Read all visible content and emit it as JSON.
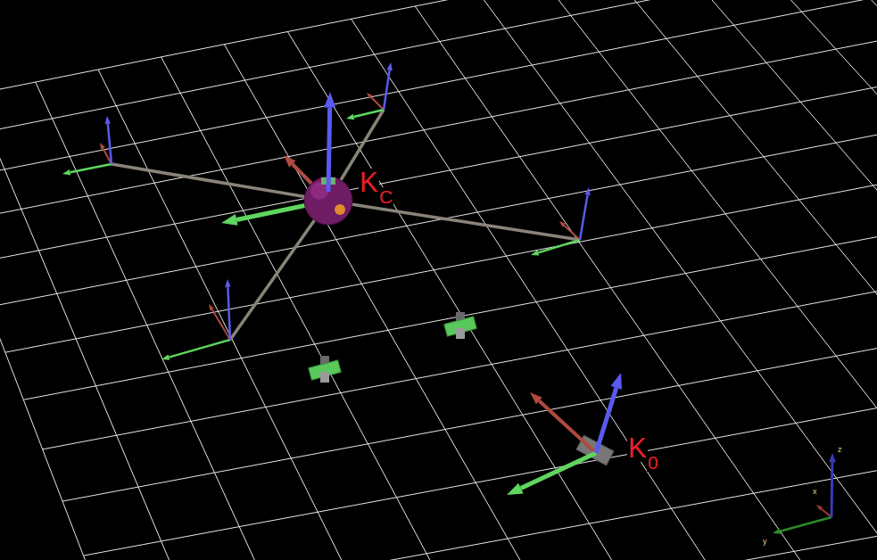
{
  "diagram": {
    "labels": [
      "K",
      "C",
      "K",
      "0",
      "z",
      "x",
      "y"
    ]
  }
}
